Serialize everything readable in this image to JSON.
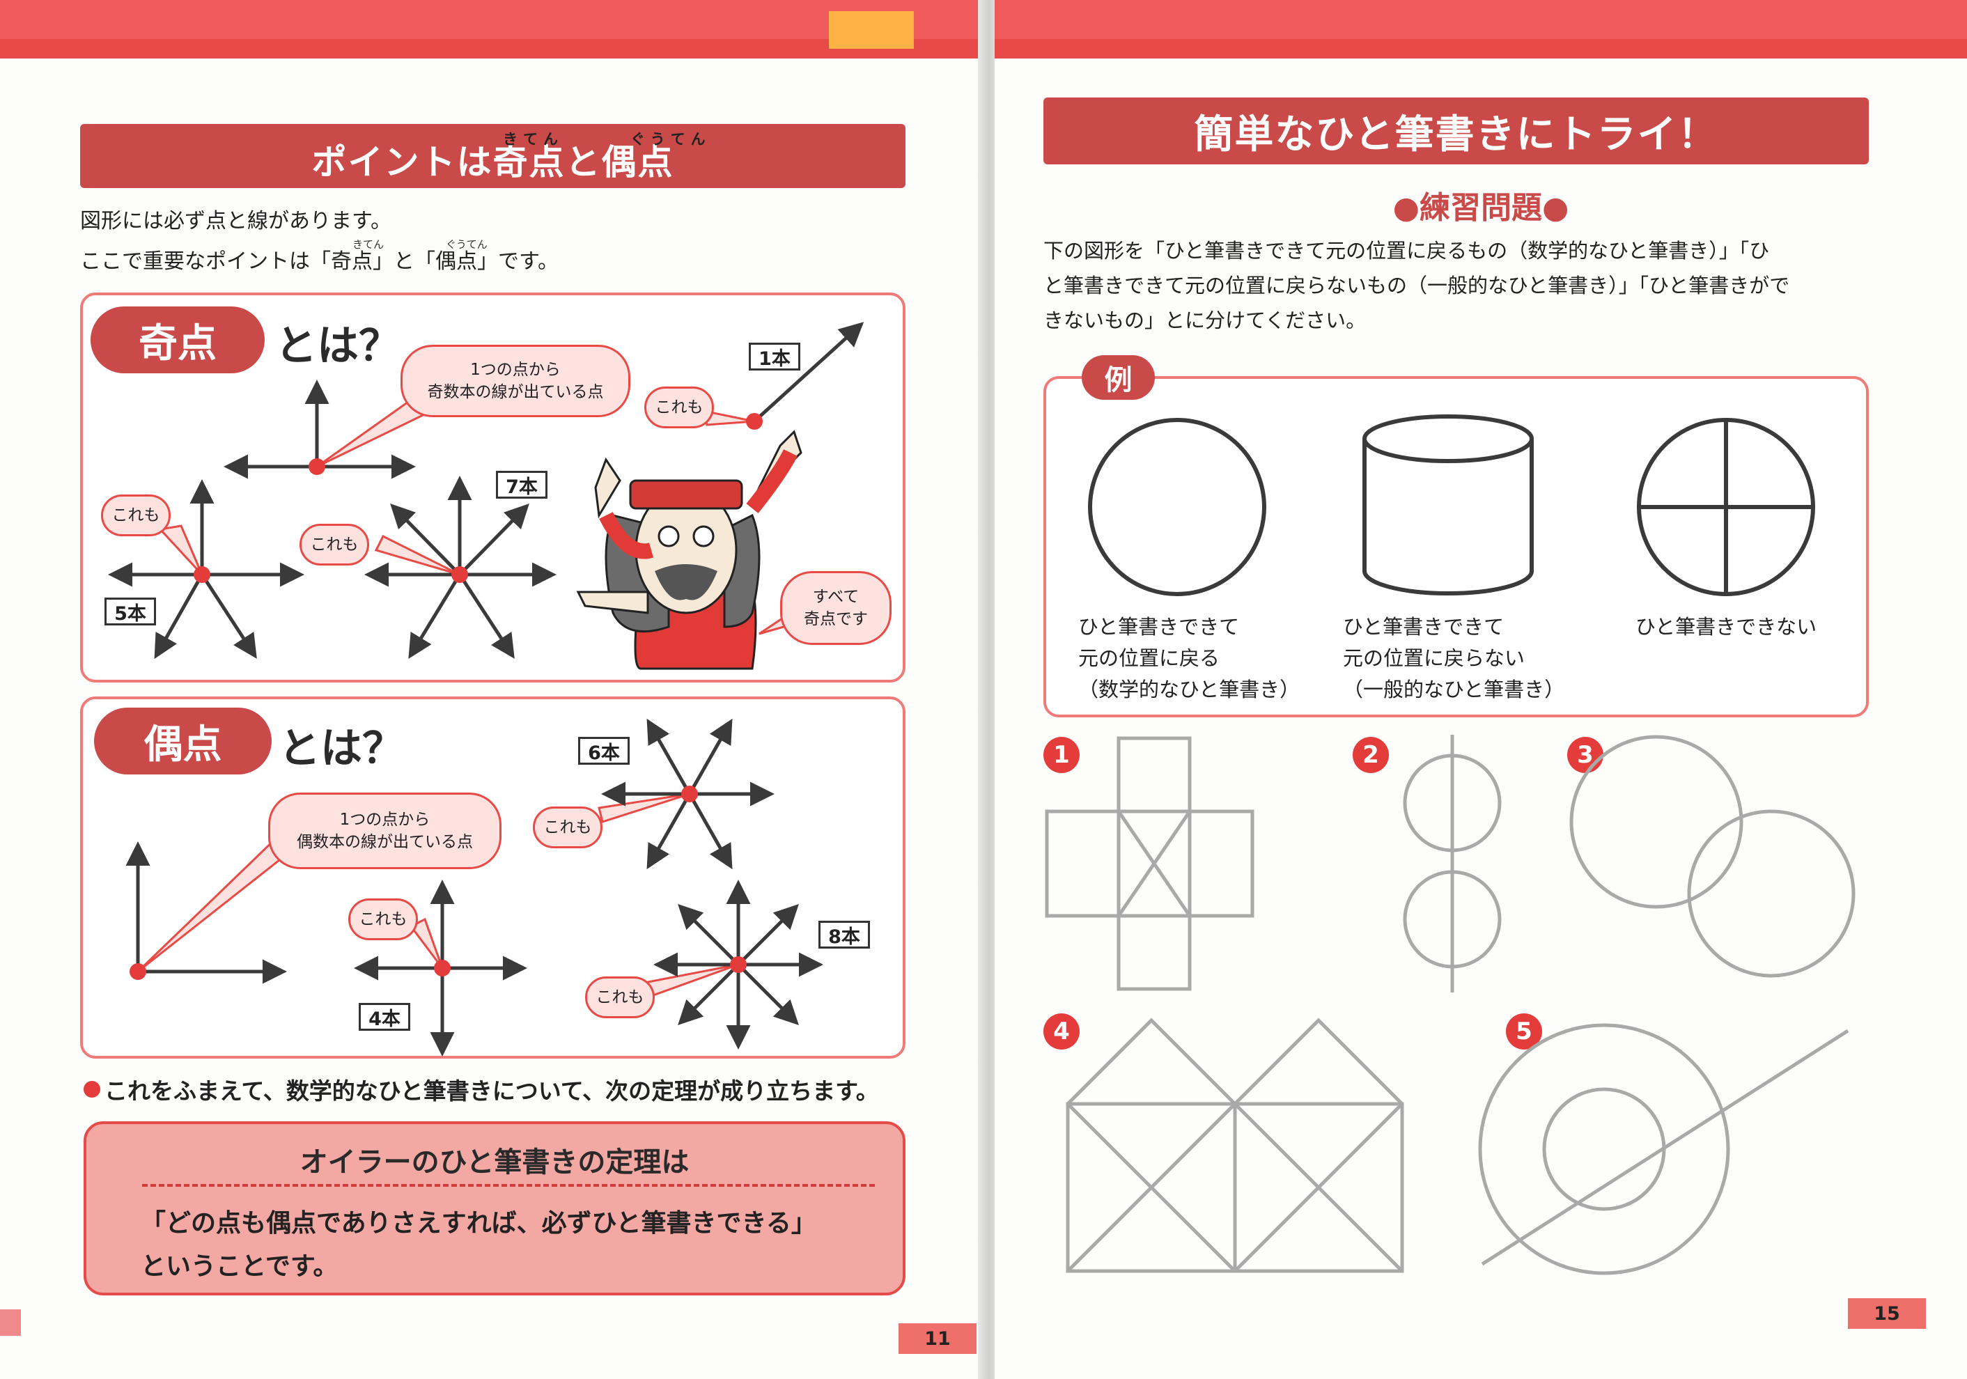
{
  "left_page": {
    "title": "ポイントは奇点と偶点",
    "title_ruby": [
      "きてん",
      "ぐうてん"
    ],
    "intro_lines": [
      "図形には必ず点と線があります。",
      "ここで重要なポイントは「奇点」と「偶点」です。"
    ],
    "intro_ruby": [
      "きてん",
      "ぐうてん"
    ],
    "odd_section": {
      "label": "奇点",
      "suffix": "とは？",
      "definition_lines": [
        "1つの点から",
        "奇数本の線が出ている点"
      ],
      "also_label": "これも",
      "counts": [
        "1本",
        "5本",
        "7本"
      ],
      "character_speech_lines": [
        "すべて",
        "奇点です"
      ]
    },
    "even_section": {
      "label": "偶点",
      "suffix": "とは？",
      "definition_lines": [
        "1つの点から",
        "偶数本の線が出ている点"
      ],
      "also_label": "これも",
      "counts": [
        "6本",
        "4本",
        "8本"
      ]
    },
    "lead_text": "これをふまえて、数学的なひと筆書きについて、次の定理が成り立ちます。",
    "theorem": {
      "title": "オイラーのひと筆書きの定理は",
      "lines": [
        "「どの点も偶点でありさえすれば、必ずひと筆書きできる」",
        "ということです。"
      ]
    },
    "page_number": "11"
  },
  "right_page": {
    "title": "簡単なひと筆書きにトライ！",
    "practice_heading": "●練習問題●",
    "instruction_lines": [
      "下の図形を「ひと筆書きできて元の位置に戻るもの（数学的なひと筆書き）」「ひ",
      "と筆書きできて元の位置に戻らないもの（一般的なひと筆書き）」「ひと筆書きがで",
      "きないもの」とに分けてください。"
    ],
    "example_label": "例",
    "example_captions": [
      [
        "ひと筆書きできて",
        "元の位置に戻る",
        "（数学的なひと筆書き）"
      ],
      [
        "ひと筆書きできて",
        "元の位置に戻らない",
        "（一般的なひと筆書き）"
      ],
      [
        "ひと筆書きできない"
      ]
    ],
    "problem_numbers": [
      "1",
      "2",
      "3",
      "4",
      "5"
    ],
    "page_number": "15"
  },
  "colors": {
    "accent_red": "#c94a48",
    "band_red": "#ef5a5a",
    "panel_border": "#ef7b78",
    "bubble_fill": "#fde2e0",
    "line_gray": "#a9a9a9"
  }
}
